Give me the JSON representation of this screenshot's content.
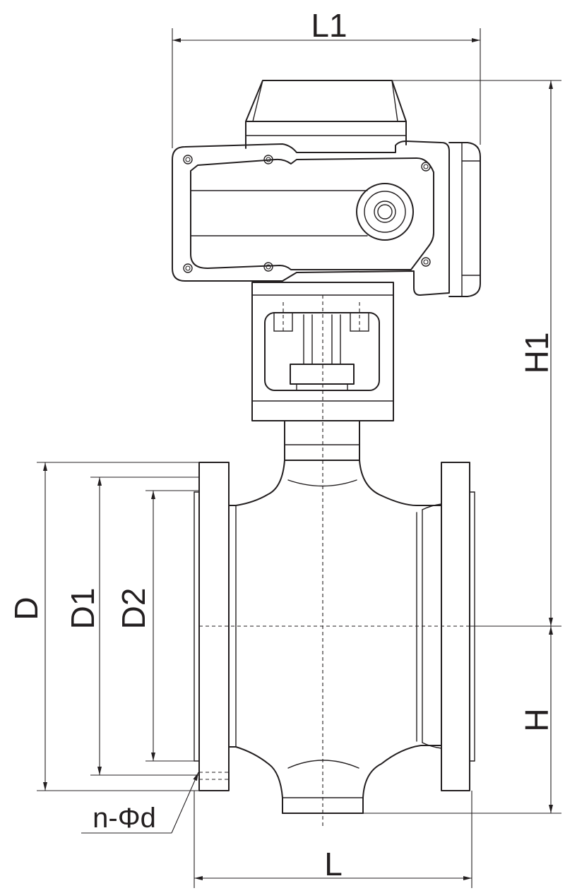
{
  "dimensions": {
    "L1": "L1",
    "H1": "H1",
    "H": "H",
    "D": "D",
    "D1": "D1",
    "D2": "D2",
    "L": "L",
    "n_phi_d": "n-Φd"
  },
  "colors": {
    "line": "#231f20",
    "background": "#ffffff"
  }
}
